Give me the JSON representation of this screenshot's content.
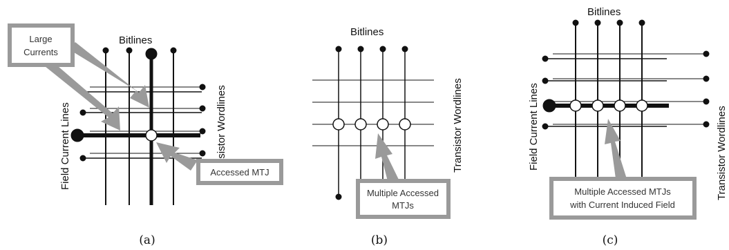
{
  "panel_a": {
    "bitlines_label": "Bitlines",
    "field_lines_label": "Field Current Lines",
    "wordlines_label": "Transistor Wordlines",
    "callout_large_currents": [
      "Large",
      "Currents"
    ],
    "callout_accessed": "Accessed MTJ",
    "caption": "(a)"
  },
  "panel_b": {
    "bitlines_label": "Bitlines",
    "wordlines_label": "Transistor Wordlines",
    "callout_multiple": [
      "Multiple Accessed",
      "MTJs"
    ],
    "caption": "(b)"
  },
  "panel_c": {
    "bitlines_label": "Bitlines",
    "field_lines_label": "Field Current Lines",
    "wordlines_label": "Transistor Wordlines",
    "callout_multiple": [
      "Multiple Accessed MTJs",
      "with Current Induced Field"
    ],
    "caption": "(c)"
  },
  "colors": {
    "line": "#111111",
    "callout_fill": "#9a9a9a",
    "callout_border": "#9a9a9a"
  }
}
